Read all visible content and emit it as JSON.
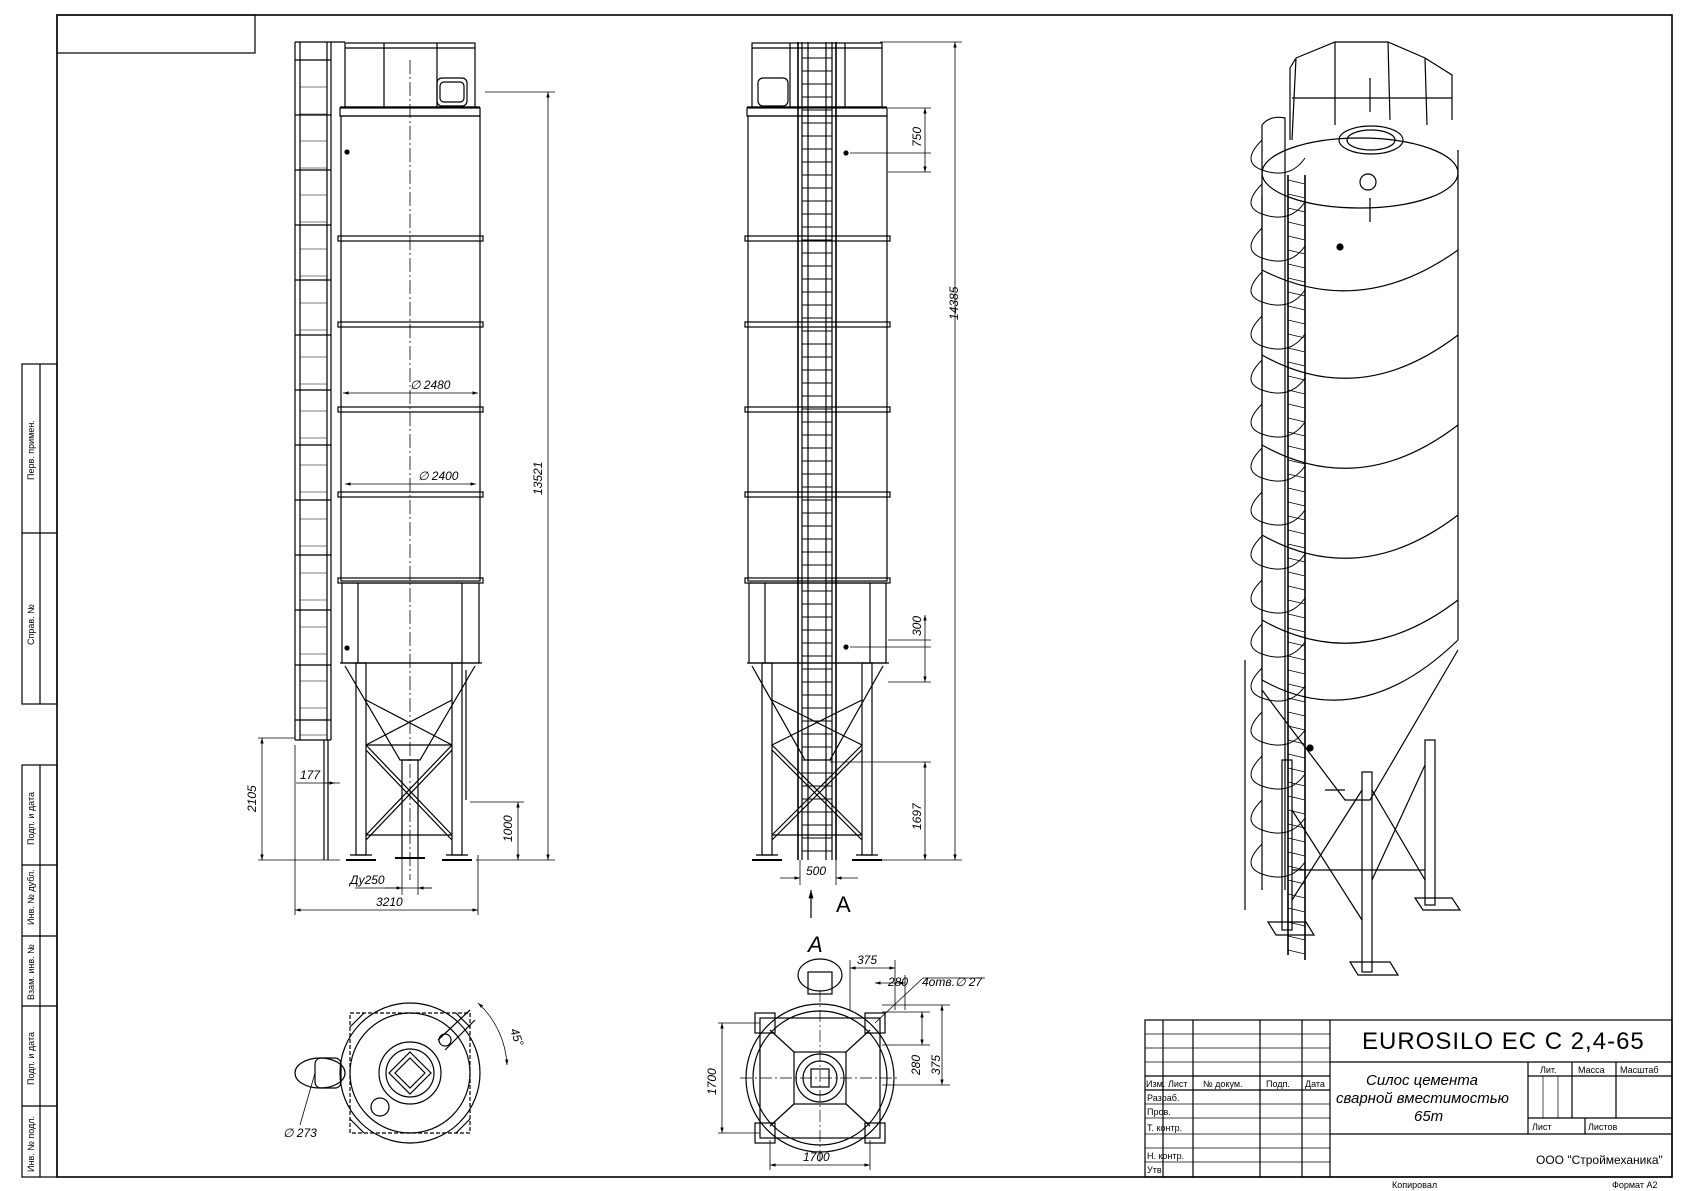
{
  "dims": {
    "d2480": "∅ 2480",
    "d2400": "∅ 2400",
    "h13521": "13521",
    "h2105": "2105",
    "w177": "177",
    "h1000": "1000",
    "du250": "Ду250",
    "w3210": "3210",
    "h750": "750",
    "h14385": "14385",
    "h300": "300",
    "h1697": "1697",
    "w500": "500",
    "arrowA": "A",
    "viewA": "A",
    "d375a": "375",
    "d280a": "280",
    "holes": "4отв.∅ 27",
    "d280b": "280",
    "d375b": "375",
    "w1700v": "1700",
    "w1700h": "1700",
    "angle45": "45°",
    "d273": "∅ 273"
  },
  "side_stamp": {
    "perv": "Перв. примен.",
    "sprav": "Справ. №",
    "podp1": "Подп. и дата",
    "invdubl": "Инв. № дубл.",
    "vzam": "Взам. инв. №",
    "podp2": "Подп. и дата",
    "invpodl": "Инв. № подл."
  },
  "title_block": {
    "designation": "EUROSILO EC C 2,4-65",
    "name_line1": "Силос цемента",
    "name_line2": "сварной вместимостью",
    "name_line3": "65т",
    "col_izm": "Изм.",
    "col_list": "Лист",
    "col_ndoc": "№ докум.",
    "col_podp": "Подп.",
    "col_data": "Дата",
    "razrab": "Разраб.",
    "prov": "Пров.",
    "tkontr": "Т. контр.",
    "nkontr": "Н. контр.",
    "utv": "Утв.",
    "lit": "Лит.",
    "massa": "Масса",
    "masshtab": "Масштаб",
    "list": "Лист",
    "listov": "Листов",
    "company": "ООО \"Строймеханика\"",
    "copied": "Копировал",
    "format": "Формат А2"
  }
}
